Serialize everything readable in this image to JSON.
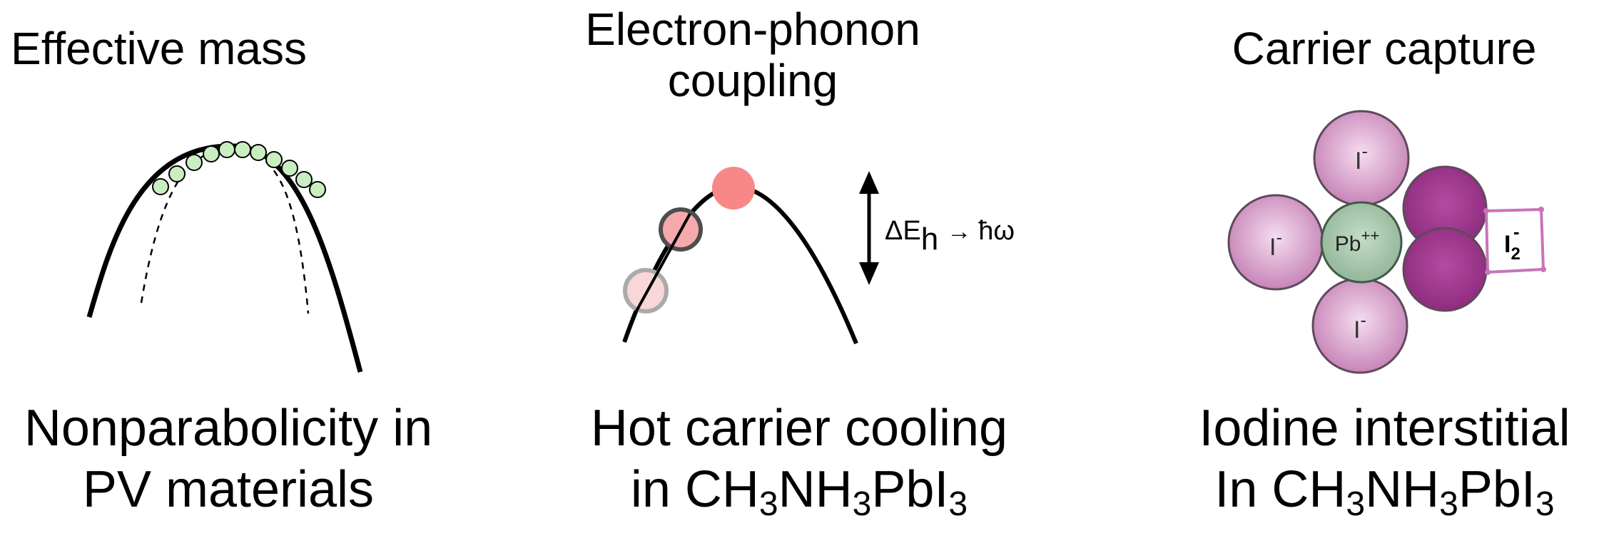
{
  "panels": [
    {
      "id": "effective-mass",
      "heading": [
        "Effective mass"
      ],
      "caption": [
        [
          {
            "t": "Nonparabolicity in"
          }
        ],
        [
          {
            "t": "PV materials"
          }
        ]
      ]
    },
    {
      "id": "electron-phonon",
      "heading": [
        "Electron-phonon",
        "coupling"
      ],
      "energy_label": {
        "delta": "ΔE",
        "sub": "h",
        "arrow": "→",
        "result": "ħω"
      },
      "caption": [
        [
          {
            "t": "Hot carrier cooling"
          }
        ],
        [
          {
            "t": "in CH"
          },
          {
            "s": "3"
          },
          {
            "t": "NH"
          },
          {
            "s": "3"
          },
          {
            "t": "PbI"
          },
          {
            "s": "3"
          }
        ]
      ]
    },
    {
      "id": "carrier-capture",
      "heading": [
        "Carrier capture"
      ],
      "atoms": {
        "iodide": "I",
        "iodide_charge": "-",
        "lead": "Pb",
        "lead_charge": "++",
        "dimer": "I",
        "dimer_sub": "2",
        "dimer_charge": "-"
      },
      "caption": [
        [
          {
            "t": "Iodine interstitial"
          }
        ],
        [
          {
            "t": "In CH"
          },
          {
            "s": "3"
          },
          {
            "t": "NH"
          },
          {
            "s": "3"
          },
          {
            "t": "PbI"
          },
          {
            "s": "3"
          }
        ]
      ]
    }
  ],
  "colors": {
    "green_dot": "#c9efc0",
    "hot_carrier": "#f88888",
    "iodide_light": "#f6dcef",
    "iodide_dark": "#c27db3",
    "iodine_dimer": "#a33691",
    "lead": "#9bbfa4",
    "dimer_box": "#c774b8"
  }
}
